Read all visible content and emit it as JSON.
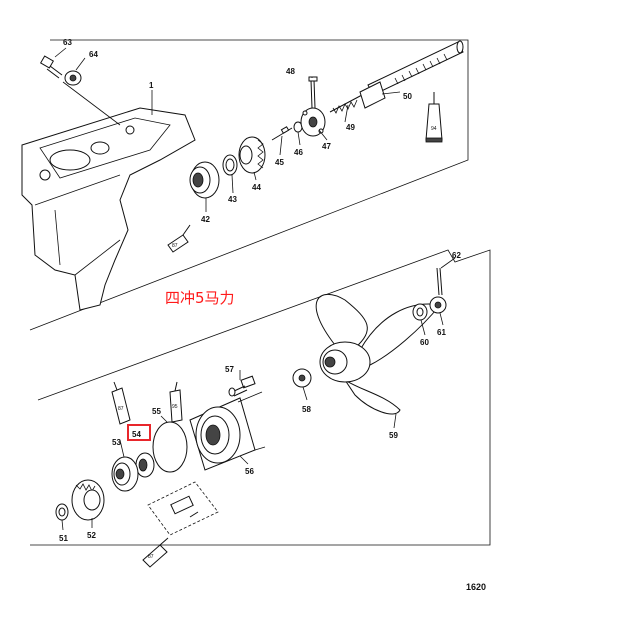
{
  "annotation": "四冲5马力",
  "diagram_code": "1620",
  "highlight_color": "#e8262b",
  "callouts": {
    "c1": "1",
    "c42": "42",
    "c43": "43",
    "c44": "44",
    "c45": "45",
    "c46": "46",
    "c47": "47",
    "c48": "48",
    "c49": "49",
    "c50": "50",
    "c51": "51",
    "c52": "52",
    "c53": "53",
    "c54": "54",
    "c55": "55",
    "c56": "56",
    "c57": "57",
    "c58": "58",
    "c59": "59",
    "c60": "60",
    "c61": "61",
    "c62": "62",
    "c63": "63",
    "c64": "64"
  },
  "tube_labels": {
    "t94": "94",
    "t87a": "87",
    "t87b": "87",
    "t95": "95",
    "t87c": "87"
  }
}
